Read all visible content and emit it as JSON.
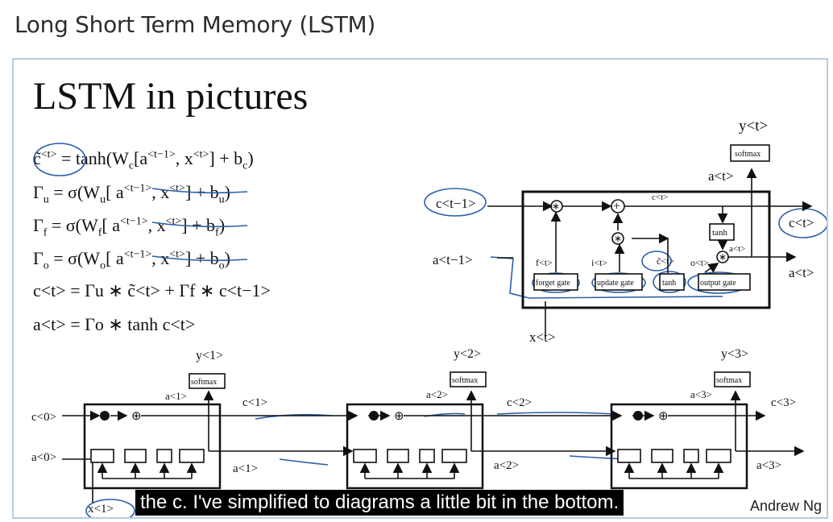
{
  "course_title": "Long Short Term Memory (LSTM)",
  "slide": {
    "title": "LSTM in pictures",
    "equations": [
      {
        "lhs": "c̃",
        "lhs_sup": "<t>",
        "rhs_pre": "= tanh(W",
        "rhs_sub": "c",
        "rhs_mid": "[a",
        "rhs_sup1": "<t−1>",
        "rhs_mid2": ", x",
        "rhs_sup2": "<t>",
        "rhs_end": "] + b",
        "rhs_sub2": "c",
        "rhs_close": ")"
      },
      {
        "lhs": "Γ",
        "lhs_sub": "u",
        "rhs_pre": "= σ(W",
        "rhs_sub": "u",
        "rhs_mid": "[ a",
        "rhs_sup1": "<t−1>",
        "rhs_mid2": ", x",
        "rhs_sup2": "<t>",
        "rhs_end": "] + b",
        "rhs_sub2": "u",
        "rhs_close": ")"
      },
      {
        "lhs": "Γ",
        "lhs_sub": "f",
        "rhs_pre": "= σ(W",
        "rhs_sub": "f",
        "rhs_mid": "[ a",
        "rhs_sup1": "<t−1>",
        "rhs_mid2": ", x",
        "rhs_sup2": "<t>",
        "rhs_end": "] + b",
        "rhs_sub2": "f",
        "rhs_close": ")"
      },
      {
        "lhs": "Γ",
        "lhs_sub": "o",
        "rhs_pre": "= σ(W",
        "rhs_sub": "o",
        "rhs_mid": "[ a",
        "rhs_sup1": "<t−1>",
        "rhs_mid2": ", x",
        "rhs_sup2": "<t>",
        "rhs_end": "] + b",
        "rhs_sub2": "o",
        "rhs_close": ")"
      },
      {
        "text": "c<t> =  Γu ∗ c̃<t> + Γf ∗ c<t−1>"
      },
      {
        "text": "a<t> = Γo ∗ tanh c<t>"
      }
    ],
    "cell_labels": {
      "c_prev": "c<t−1>",
      "a_prev": "a<t−1>",
      "x_t": "x<t>",
      "c_next": "c<t>",
      "a_next": "a<t>",
      "c_inner": "c<t>",
      "y_t": "y<t>",
      "a_t_top": "a<t>",
      "a_t_inner": "a<t>",
      "softmax": "softmax",
      "tanh_box": "tanh",
      "f_t": "f<t>",
      "i_t": "i<t>",
      "ct_t": "c̃<t>",
      "o_t": "o<t>",
      "gate_forget": "forget gate",
      "gate_update": "update gate",
      "gate_tanh": "tanh",
      "gate_output": "output gate"
    },
    "chain": {
      "c0": "c<0>",
      "a0": "a<0>",
      "x1": "x<1>",
      "units": [
        {
          "y": "y<1>",
          "a_top": "a<1>",
          "c_out": "c<1>",
          "a_out": "a<1>",
          "softmax": "softmax"
        },
        {
          "y": "y<2>",
          "a_top": "a<2>",
          "c_out": "c<2>",
          "a_out": "a<2>",
          "softmax": "softmax"
        },
        {
          "y": "y<3>",
          "a_top": "a<3>",
          "c_out": "c<3>",
          "a_out": "a<3>",
          "softmax": "softmax"
        }
      ]
    },
    "author": "Andrew Ng"
  },
  "caption": "the c. I've simplified to diagrams a little bit in the bottom.",
  "colors": {
    "pen_annotation": "#2b5fa8",
    "frame_border": "#b7cde0",
    "caption_bg": "#000000"
  }
}
